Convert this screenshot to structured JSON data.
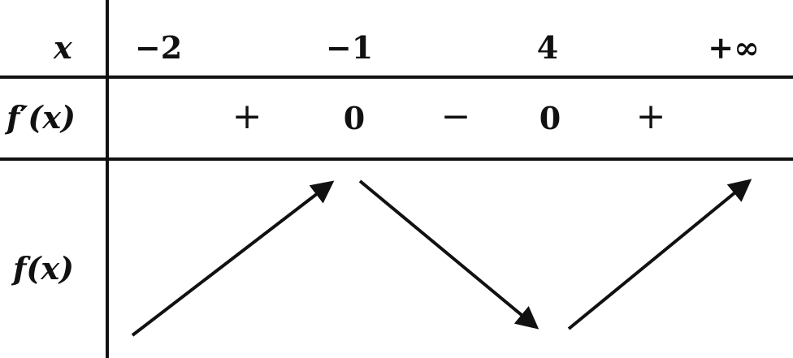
{
  "row_labels": {
    "x": "x",
    "fprime": "f′(x)",
    "f": "f(x)"
  },
  "x_values": [
    "−2",
    "−1",
    "4",
    "+∞"
  ],
  "derivative_row": {
    "sign_1": "+",
    "zero_1": "0",
    "sign_2": "−",
    "zero_2": "0",
    "sign_3": "+"
  },
  "variations": [
    "increasing",
    "decreasing",
    "increasing"
  ],
  "colors": {
    "ink": "#111111",
    "background": "#ffffff"
  }
}
